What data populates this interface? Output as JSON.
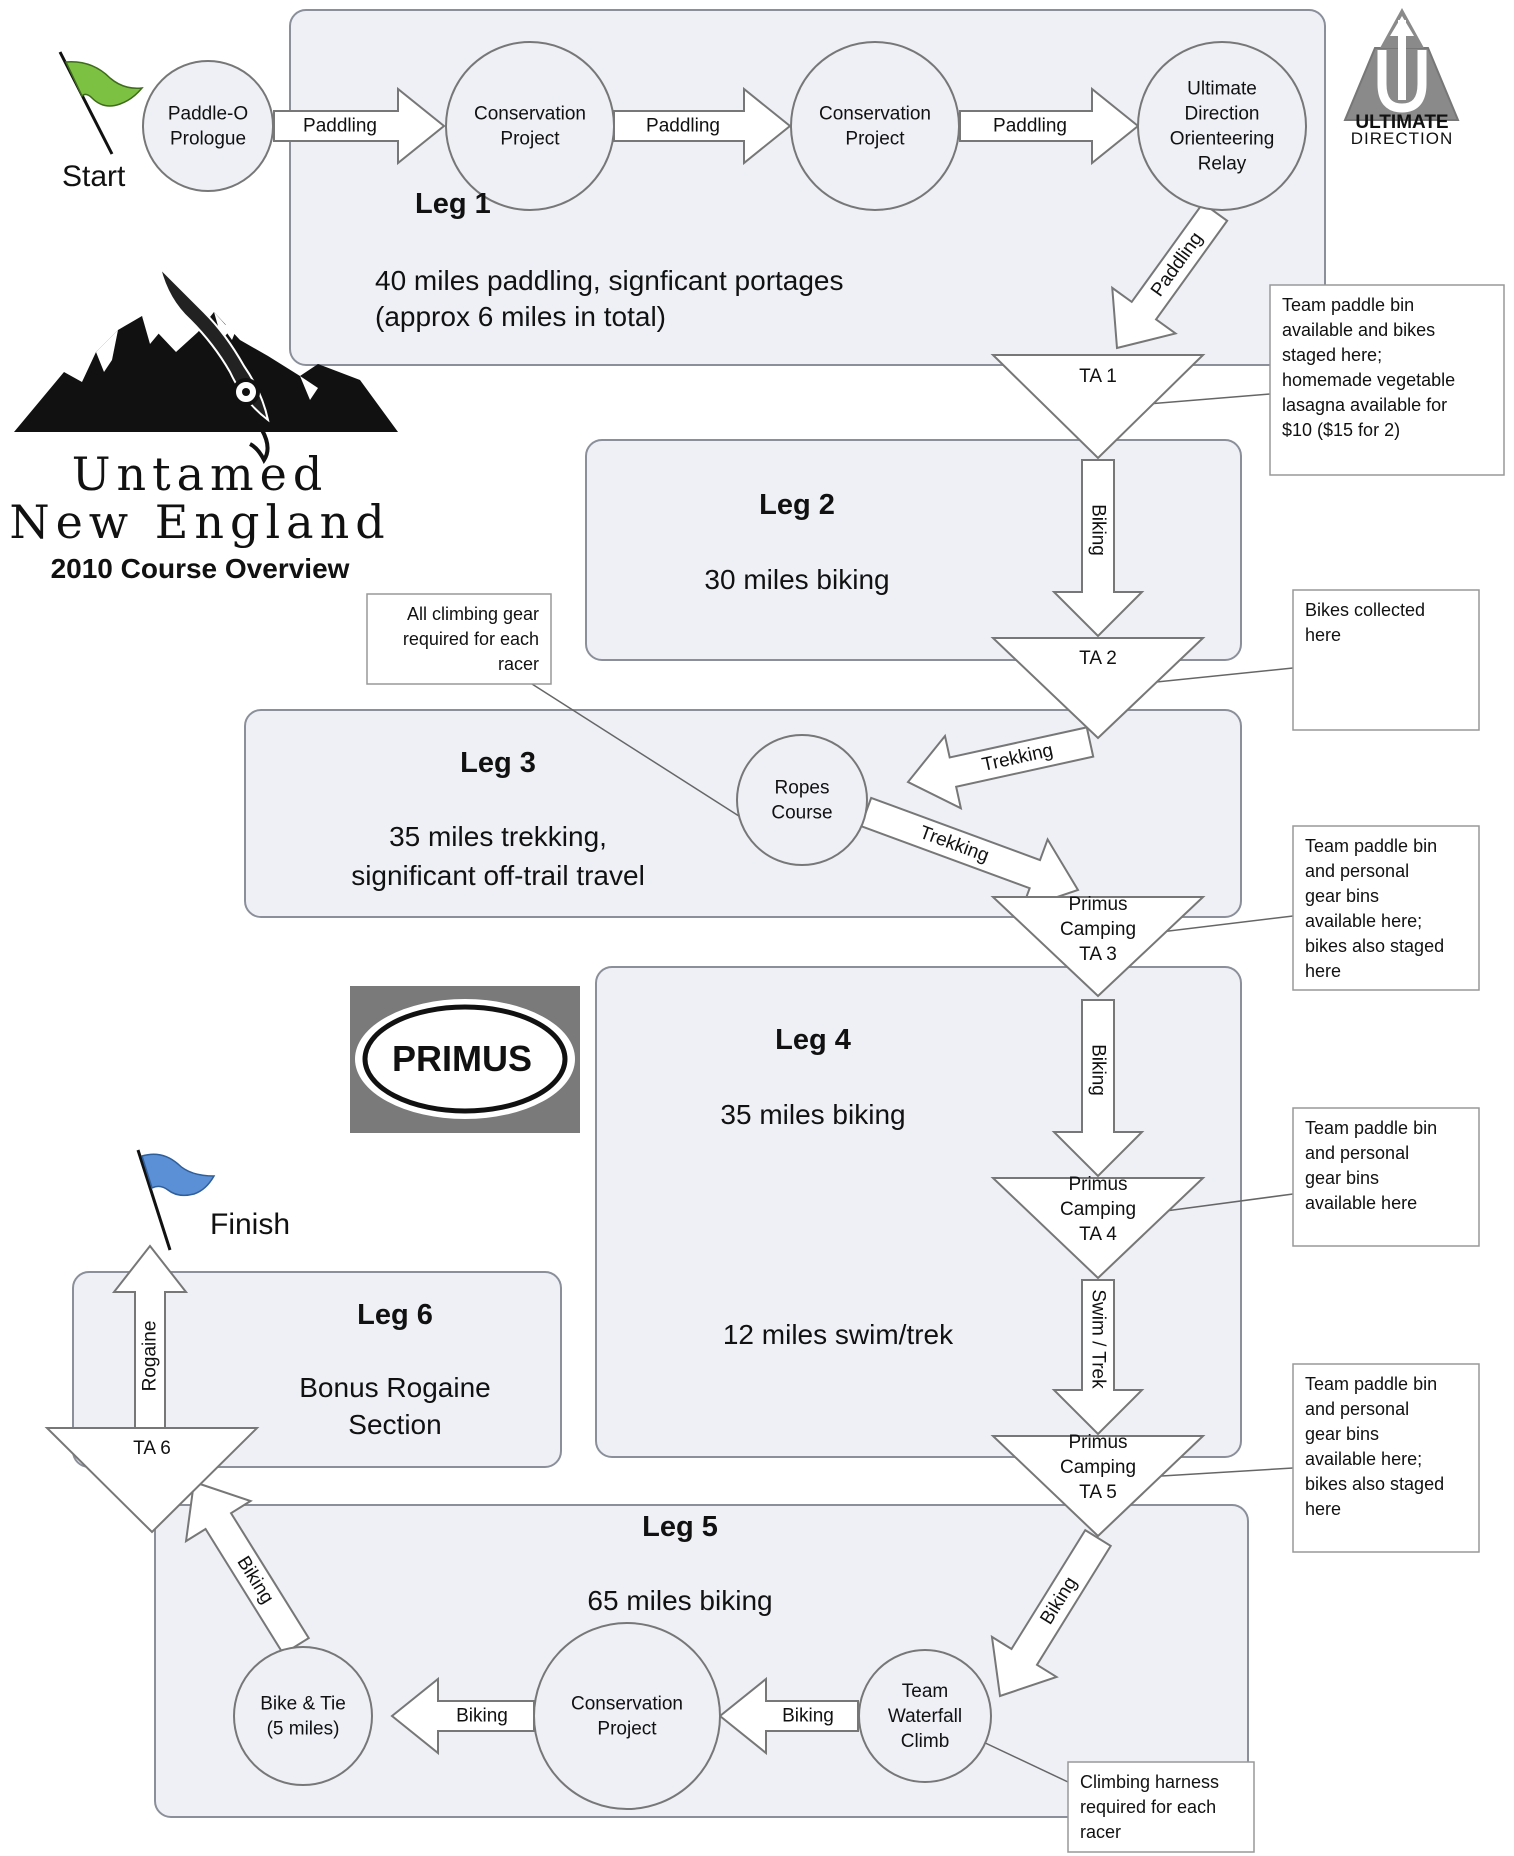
{
  "flags": {
    "start_label": "Start",
    "finish_label": "Finish",
    "start_color": "#7dc142",
    "finish_color": "#5b8fd6"
  },
  "logo": {
    "title_line1": "Untamed",
    "title_line2": "New England",
    "subtitle": "2010 Course Overview"
  },
  "sponsors": {
    "ultimate_direction": "ULTIMATE DIRECTION",
    "primus": "PRIMUS"
  },
  "legs": [
    {
      "id": "leg1",
      "title": "Leg 1",
      "desc": [
        "40 miles paddling, signficant portages",
        "(approx 6 miles in total)"
      ]
    },
    {
      "id": "leg2",
      "title": "Leg 2",
      "desc": [
        "30 miles biking"
      ]
    },
    {
      "id": "leg3",
      "title": "Leg 3",
      "desc": [
        "35 miles trekking,",
        "significant off-trail travel"
      ]
    },
    {
      "id": "leg4",
      "title": "Leg 4",
      "desc": [
        "35 miles biking"
      ],
      "desc2": "12 miles swim/trek"
    },
    {
      "id": "leg5",
      "title": "Leg 5",
      "desc": [
        "65 miles biking"
      ]
    },
    {
      "id": "leg6",
      "title": "Leg 6",
      "desc": [
        "Bonus Rogaine",
        "Section"
      ]
    }
  ],
  "nodes": [
    {
      "id": "paddle-o-prologue",
      "lines": [
        "Paddle-O",
        "Prologue"
      ]
    },
    {
      "id": "conservation-project-1",
      "lines": [
        "Conservation",
        "Project"
      ]
    },
    {
      "id": "conservation-project-2",
      "lines": [
        "Conservation",
        "Project"
      ]
    },
    {
      "id": "ultimate-direction-relay",
      "lines": [
        "Ultimate",
        "Direction",
        "Orienteering",
        "Relay"
      ]
    },
    {
      "id": "ropes-course",
      "lines": [
        "Ropes",
        "Course"
      ]
    },
    {
      "id": "team-waterfall-climb",
      "lines": [
        "Team",
        "Waterfall",
        "Climb"
      ]
    },
    {
      "id": "conservation-project-3",
      "lines": [
        "Conservation",
        "Project"
      ]
    },
    {
      "id": "bike-and-tie",
      "lines": [
        "Bike & Tie",
        "(5 miles)"
      ]
    }
  ],
  "transitions": [
    {
      "id": "ta1",
      "lines": [
        "TA 1"
      ]
    },
    {
      "id": "ta2",
      "lines": [
        "TA 2"
      ]
    },
    {
      "id": "ta3",
      "lines": [
        "Primus",
        "Camping",
        "TA 3"
      ]
    },
    {
      "id": "ta4",
      "lines": [
        "Primus",
        "Camping",
        "TA 4"
      ]
    },
    {
      "id": "ta5",
      "lines": [
        "Primus",
        "Camping",
        "TA 5"
      ]
    },
    {
      "id": "ta6",
      "lines": [
        "TA 6"
      ]
    }
  ],
  "arrows": {
    "paddling": "Paddling",
    "biking": "Biking",
    "trekking": "Trekking",
    "swim_trek": "Swim / Trek",
    "rogaine": "Rogaine"
  },
  "notes": [
    {
      "id": "note-ta1",
      "lines": [
        "Team paddle bin",
        "available and bikes",
        "staged here;",
        "homemade vegetable",
        "lasagna available for",
        "$10 ($15 for 2)"
      ]
    },
    {
      "id": "note-ta2",
      "lines": [
        "Bikes collected",
        "here"
      ]
    },
    {
      "id": "note-climbing-gear",
      "lines": [
        "All climbing gear",
        "required for each",
        "racer"
      ]
    },
    {
      "id": "note-ta3",
      "lines": [
        "Team paddle bin",
        "and personal",
        "gear bins",
        "available here;",
        "bikes also staged",
        "here"
      ]
    },
    {
      "id": "note-ta4",
      "lines": [
        "Team paddle bin",
        "and personal",
        "gear bins",
        "available here"
      ]
    },
    {
      "id": "note-ta5",
      "lines": [
        "Team paddle bin",
        "and personal",
        "gear bins",
        "available here;",
        "bikes also staged",
        "here"
      ]
    },
    {
      "id": "note-harness",
      "lines": [
        "Climbing harness",
        "required for each",
        "racer"
      ]
    }
  ],
  "colors": {
    "panel_fill": "#eef0f6",
    "panel_stroke": "#8a8f99",
    "shape_stroke": "#777777",
    "logo_mountain": "#111111",
    "primus_bg": "#7a7a7a",
    "ud_logo": "#888888"
  }
}
